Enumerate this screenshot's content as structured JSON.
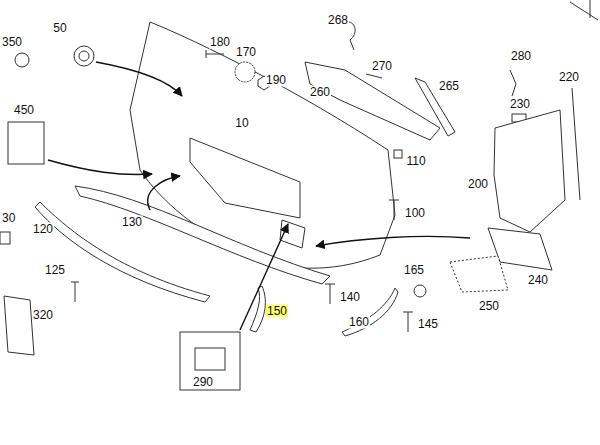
{
  "diagram": {
    "labels": [
      "350",
      "50",
      "180",
      "170",
      "190",
      "268",
      "270",
      "280",
      "265",
      "260",
      "220",
      "230",
      "450",
      "10",
      "110",
      "200",
      "30",
      "130",
      "120",
      "100",
      "125",
      "165",
      "140",
      "150",
      "145",
      "240",
      "160",
      "250",
      "320",
      "290"
    ]
  }
}
